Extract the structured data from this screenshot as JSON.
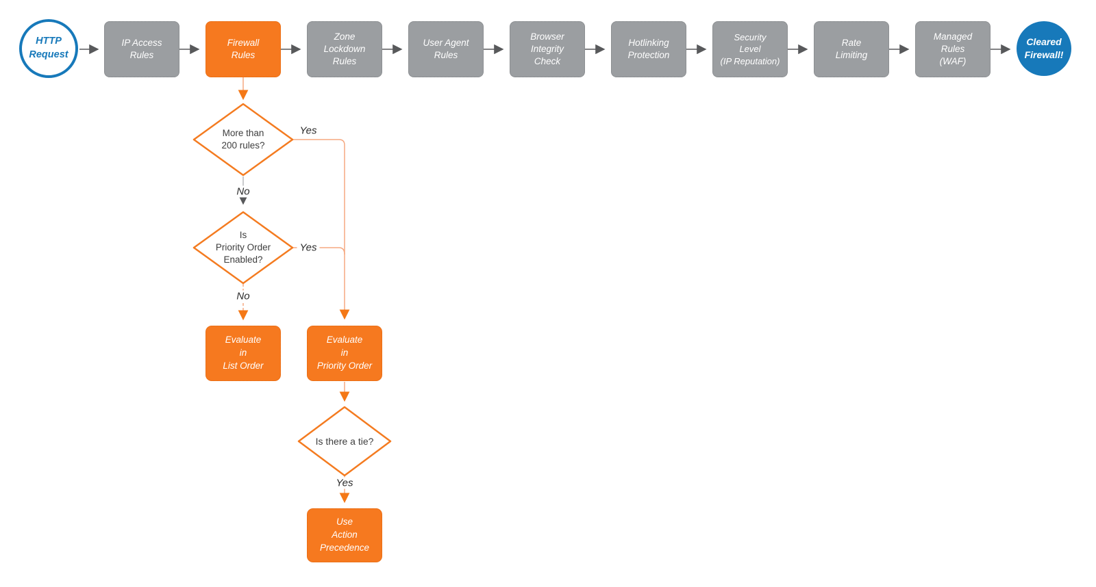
{
  "diagram": {
    "title_semantic": "Firewall request evaluation flowchart",
    "start": {
      "label": "HTTP\nRequest"
    },
    "pipeline": [
      {
        "label": "IP Access\nRules",
        "highlighted": false
      },
      {
        "label": "Firewall\nRules",
        "highlighted": true
      },
      {
        "label": "Zone\nLockdown\nRules",
        "highlighted": false
      },
      {
        "label": "User Agent\nRules",
        "highlighted": false
      },
      {
        "label": "Browser\nIntegrity\nCheck",
        "highlighted": false
      },
      {
        "label": "Hotlinking\nProtection",
        "highlighted": false
      },
      {
        "label": "Security\nLevel\n(IP Reputation)",
        "highlighted": false
      },
      {
        "label": "Rate\nLimiting",
        "highlighted": false
      },
      {
        "label": "Managed\nRules\n(WAF)",
        "highlighted": false
      }
    ],
    "end": {
      "label": "Cleared\nFirewall!"
    },
    "decisions": [
      {
        "label": "More than\n200 rules?"
      },
      {
        "label": "Is\nPriority Order\nEnabled?"
      },
      {
        "label": "Is there a tie?"
      }
    ],
    "actions": [
      {
        "label": "Evaluate\nin\nList Order"
      },
      {
        "label": "Evaluate\nin\nPriority Order"
      },
      {
        "label": "Use\nAction\nPrecedence"
      }
    ],
    "edge_labels": [
      {
        "text": "Yes"
      },
      {
        "text": "No"
      },
      {
        "text": "Yes"
      },
      {
        "text": "No"
      },
      {
        "text": "Yes"
      }
    ],
    "colors": {
      "accent_orange": "#f6791f",
      "accent_blue": "#1779ba",
      "node_gray": "#9b9ea1",
      "connector_gray": "#58595b",
      "connector_orange_line": "#f5a880",
      "connector_orange_arrow": "#f47816",
      "diamond_stroke": "#f47b20"
    }
  }
}
